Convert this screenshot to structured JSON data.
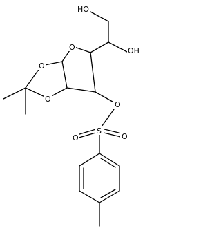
{
  "atom_labels": {
    "ho_top": "HO",
    "oh_side": "OH",
    "o_ring": "O",
    "o_dioxolane_upper": "O",
    "o_dioxolane_lower": "O",
    "o_ester": "O",
    "s_sulfur": "S",
    "o_sulfonyl_left": "O",
    "o_sulfonyl_right": "O"
  }
}
